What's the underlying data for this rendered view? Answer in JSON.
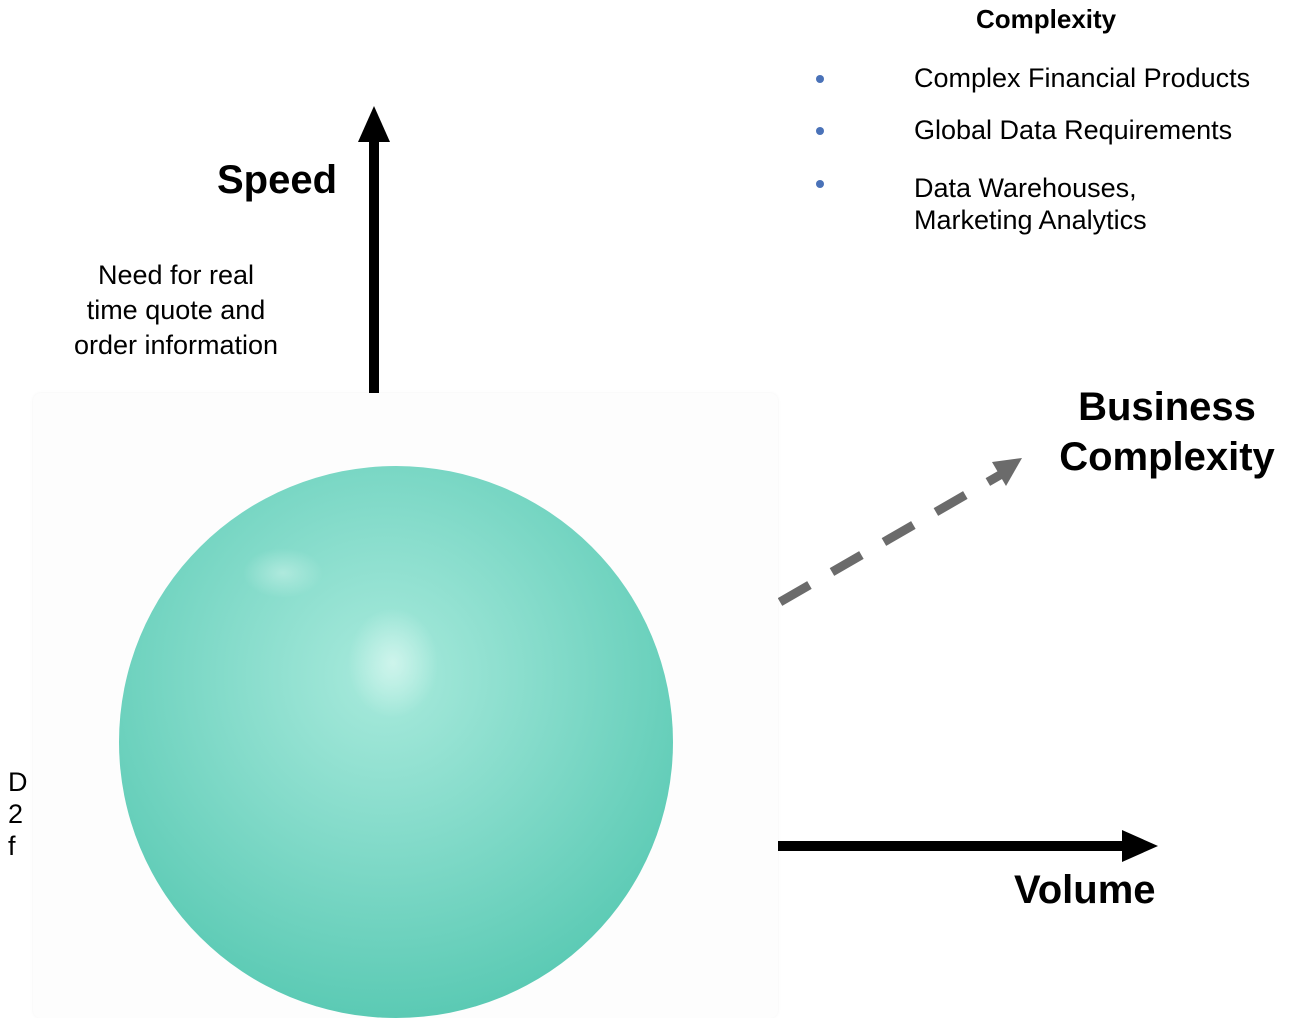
{
  "colors": {
    "arrow_solid": "#000000",
    "arrow_dashed": "#6b6b6b",
    "bullet": "#4a72b8",
    "sphere": "#6fd4c2"
  },
  "complexity_panel": {
    "heading": "Complexity",
    "items": [
      {
        "text": "Complex Financial Products"
      },
      {
        "text": "Global Data Requirements"
      },
      {
        "text": "Data Warehouses,\nMarketing Analytics"
      }
    ]
  },
  "axes": {
    "speed": {
      "label": "Speed",
      "note": "Need for real\ntime quote and\norder information"
    },
    "business_complexity": {
      "label": "Business\nComplexity"
    },
    "volume": {
      "label": "Volume"
    }
  },
  "clipped_note": "D\n2\nf"
}
